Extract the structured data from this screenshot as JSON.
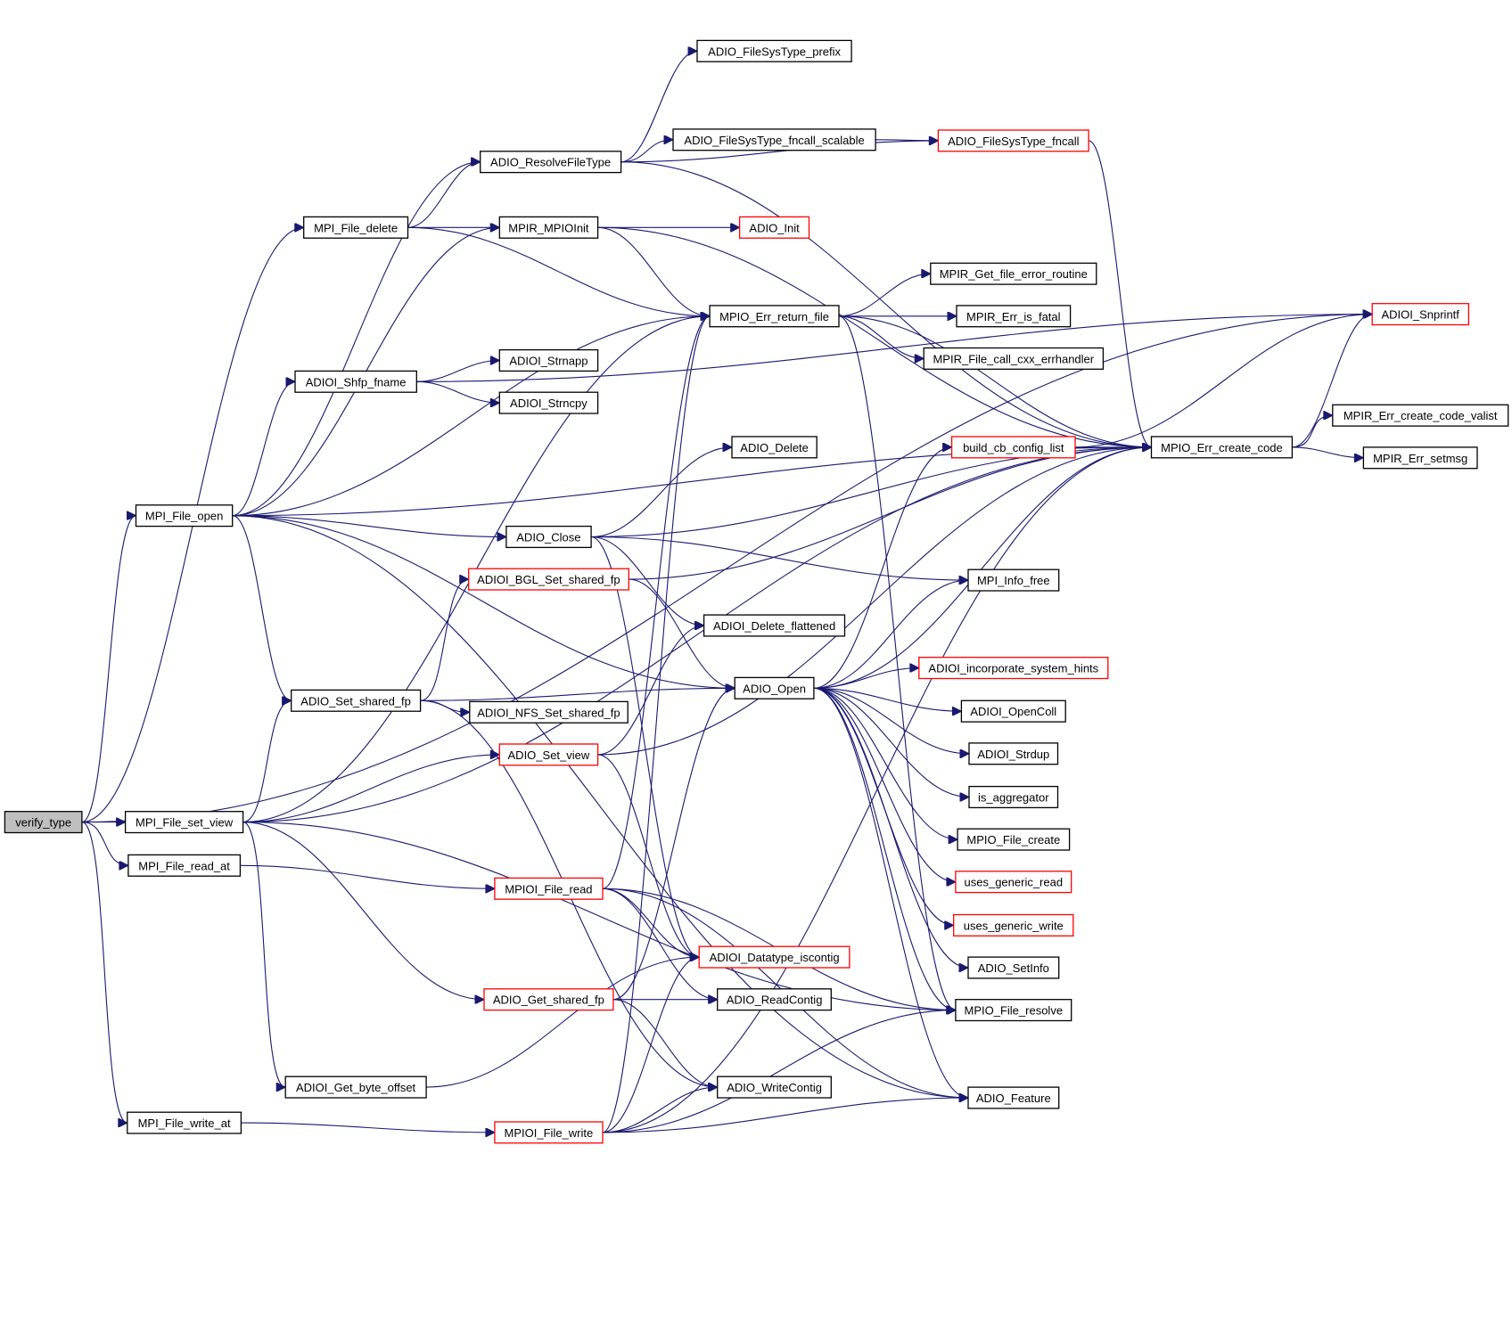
{
  "diagram": {
    "title": "",
    "colors": {
      "edge": "#191970",
      "node_border_default": "#000000",
      "node_border_linked": "#ff0000",
      "root_fill": "#bfbfbf",
      "node_fill": "#ffffff"
    },
    "nodes": [
      {
        "id": "verify_type",
        "label": "verify_type",
        "style": "root"
      },
      {
        "id": "MPI_File_open",
        "label": "MPI_File_open",
        "style": "normal"
      },
      {
        "id": "MPI_File_set_view",
        "label": "MPI_File_set_view",
        "style": "normal"
      },
      {
        "id": "MPI_File_read_at",
        "label": "MPI_File_read_at",
        "style": "normal"
      },
      {
        "id": "MPI_File_write_at",
        "label": "MPI_File_write_at",
        "style": "normal"
      },
      {
        "id": "MPI_File_delete",
        "label": "MPI_File_delete",
        "style": "normal"
      },
      {
        "id": "ADIOI_Shfp_fname",
        "label": "ADIOI_Shfp_fname",
        "style": "normal"
      },
      {
        "id": "ADIO_Set_shared_fp",
        "label": "ADIO_Set_shared_fp",
        "style": "normal"
      },
      {
        "id": "ADIOI_Get_byte_offset",
        "label": "ADIOI_Get_byte_offset",
        "style": "normal"
      },
      {
        "id": "ADIO_FileSysType_prefix",
        "label": "ADIO_FileSysType_prefix",
        "style": "normal"
      },
      {
        "id": "ADIO_FileSysType_fncall_scalable",
        "label": "ADIO_FileSysType_fncall_scalable",
        "style": "normal"
      },
      {
        "id": "ADIO_ResolveFileType",
        "label": "ADIO_ResolveFileType",
        "style": "normal"
      },
      {
        "id": "MPIR_MPIOInit",
        "label": "MPIR_MPIOInit",
        "style": "normal"
      },
      {
        "id": "ADIOI_Strnapp",
        "label": "ADIOI_Strnapp",
        "style": "normal"
      },
      {
        "id": "ADIOI_Strncpy",
        "label": "ADIOI_Strncpy",
        "style": "normal"
      },
      {
        "id": "ADIO_Close",
        "label": "ADIO_Close",
        "style": "normal"
      },
      {
        "id": "ADIOI_BGL_Set_shared_fp",
        "label": "ADIOI_BGL_Set_shared_fp",
        "style": "link"
      },
      {
        "id": "ADIOI_NFS_Set_shared_fp",
        "label": "ADIOI_NFS_Set_shared_fp",
        "style": "normal"
      },
      {
        "id": "ADIO_Set_view",
        "label": "ADIO_Set_view",
        "style": "link"
      },
      {
        "id": "MPIOI_File_read",
        "label": "MPIOI_File_read",
        "style": "link"
      },
      {
        "id": "ADIO_Get_shared_fp",
        "label": "ADIO_Get_shared_fp",
        "style": "link"
      },
      {
        "id": "MPIOI_File_write",
        "label": "MPIOI_File_write",
        "style": "link"
      },
      {
        "id": "ADIO_Init",
        "label": "ADIO_Init",
        "style": "link"
      },
      {
        "id": "MPIO_Err_return_file",
        "label": "MPIO_Err_return_file",
        "style": "normal"
      },
      {
        "id": "ADIO_Delete",
        "label": "ADIO_Delete",
        "style": "normal"
      },
      {
        "id": "ADIOI_Delete_flattened",
        "label": "ADIOI_Delete_flattened",
        "style": "normal"
      },
      {
        "id": "ADIO_Open",
        "label": "ADIO_Open",
        "style": "normal"
      },
      {
        "id": "ADIOI_Datatype_iscontig",
        "label": "ADIOI_Datatype_iscontig",
        "style": "link"
      },
      {
        "id": "ADIO_ReadContig",
        "label": "ADIO_ReadContig",
        "style": "normal"
      },
      {
        "id": "ADIO_WriteContig",
        "label": "ADIO_WriteContig",
        "style": "normal"
      },
      {
        "id": "ADIO_FileSysType_fncall",
        "label": "ADIO_FileSysType_fncall",
        "style": "link"
      },
      {
        "id": "MPIR_Get_file_error_routine",
        "label": "MPIR_Get_file_error_routine",
        "style": "normal"
      },
      {
        "id": "MPIR_Err_is_fatal",
        "label": "MPIR_Err_is_fatal",
        "style": "normal"
      },
      {
        "id": "MPIR_File_call_cxx_errhandler",
        "label": "MPIR_File_call_cxx_errhandler",
        "style": "normal"
      },
      {
        "id": "build_cb_config_list",
        "label": "build_cb_config_list",
        "style": "link"
      },
      {
        "id": "MPI_Info_free",
        "label": "MPI_Info_free",
        "style": "normal"
      },
      {
        "id": "ADIOI_incorporate_system_hints",
        "label": "ADIOI_incorporate_system_hints",
        "style": "link"
      },
      {
        "id": "ADIOI_OpenColl",
        "label": "ADIOI_OpenColl",
        "style": "normal"
      },
      {
        "id": "ADIOI_Strdup",
        "label": "ADIOI_Strdup",
        "style": "normal"
      },
      {
        "id": "is_aggregator",
        "label": "is_aggregator",
        "style": "normal"
      },
      {
        "id": "MPIO_File_create",
        "label": "MPIO_File_create",
        "style": "normal"
      },
      {
        "id": "uses_generic_read",
        "label": "uses_generic_read",
        "style": "link"
      },
      {
        "id": "uses_generic_write",
        "label": "uses_generic_write",
        "style": "link"
      },
      {
        "id": "ADIO_SetInfo",
        "label": "ADIO_SetInfo",
        "style": "normal"
      },
      {
        "id": "MPIO_File_resolve",
        "label": "MPIO_File_resolve",
        "style": "normal"
      },
      {
        "id": "ADIO_Feature",
        "label": "ADIO_Feature",
        "style": "normal"
      },
      {
        "id": "MPIO_Err_create_code",
        "label": "MPIO_Err_create_code",
        "style": "normal"
      },
      {
        "id": "ADIOI_Snprintf",
        "label": "ADIOI_Snprintf",
        "style": "link"
      },
      {
        "id": "MPIR_Err_create_code_valist",
        "label": "MPIR_Err_create_code_valist",
        "style": "normal"
      },
      {
        "id": "MPIR_Err_setmsg",
        "label": "MPIR_Err_setmsg",
        "style": "normal"
      }
    ],
    "edges": [
      [
        "verify_type",
        "MPI_File_open"
      ],
      [
        "verify_type",
        "MPI_File_set_view"
      ],
      [
        "verify_type",
        "MPI_File_read_at"
      ],
      [
        "verify_type",
        "MPI_File_write_at"
      ],
      [
        "verify_type",
        "MPI_File_delete"
      ],
      [
        "verify_type",
        "ADIOI_Snprintf"
      ],
      [
        "MPI_File_delete",
        "ADIO_ResolveFileType"
      ],
      [
        "MPI_File_delete",
        "MPIR_MPIOInit"
      ],
      [
        "MPI_File_delete",
        "MPIO_Err_return_file"
      ],
      [
        "MPI_File_open",
        "ADIO_ResolveFileType"
      ],
      [
        "MPI_File_open",
        "MPIR_MPIOInit"
      ],
      [
        "MPI_File_open",
        "MPIO_Err_return_file"
      ],
      [
        "MPI_File_open",
        "ADIOI_Shfp_fname"
      ],
      [
        "MPI_File_open",
        "ADIO_Close"
      ],
      [
        "MPI_File_open",
        "ADIO_Set_shared_fp"
      ],
      [
        "MPI_File_open",
        "ADIO_Open"
      ],
      [
        "MPI_File_open",
        "MPIO_Err_create_code"
      ],
      [
        "MPI_File_open",
        "ADIO_Feature"
      ],
      [
        "ADIOI_Shfp_fname",
        "ADIOI_Strnapp"
      ],
      [
        "ADIOI_Shfp_fname",
        "ADIOI_Strncpy"
      ],
      [
        "ADIOI_Shfp_fname",
        "ADIOI_Snprintf"
      ],
      [
        "ADIO_ResolveFileType",
        "ADIO_FileSysType_prefix"
      ],
      [
        "ADIO_ResolveFileType",
        "ADIO_FileSysType_fncall_scalable"
      ],
      [
        "ADIO_ResolveFileType",
        "ADIO_FileSysType_fncall"
      ],
      [
        "ADIO_ResolveFileType",
        "MPIO_Err_create_code"
      ],
      [
        "ADIO_FileSysType_fncall_scalable",
        "ADIO_FileSysType_fncall"
      ],
      [
        "ADIO_FileSysType_fncall",
        "MPIO_Err_create_code"
      ],
      [
        "MPIR_MPIOInit",
        "ADIO_Init"
      ],
      [
        "MPIR_MPIOInit",
        "MPIO_Err_return_file"
      ],
      [
        "MPIR_MPIOInit",
        "MPIO_Err_create_code"
      ],
      [
        "MPIO_Err_return_file",
        "MPIR_Get_file_error_routine"
      ],
      [
        "MPIO_Err_return_file",
        "MPIR_Err_is_fatal"
      ],
      [
        "MPIO_Err_return_file",
        "MPIR_File_call_cxx_errhandler"
      ],
      [
        "MPIO_Err_return_file",
        "MPIO_Err_create_code"
      ],
      [
        "MPIO_Err_return_file",
        "MPIO_File_resolve"
      ],
      [
        "MPI_File_set_view",
        "MPIO_Err_return_file"
      ],
      [
        "MPI_File_set_view",
        "ADIO_Set_shared_fp"
      ],
      [
        "MPI_File_set_view",
        "ADIO_Set_view"
      ],
      [
        "MPI_File_set_view",
        "ADIO_Get_shared_fp"
      ],
      [
        "MPI_File_set_view",
        "ADIOI_Get_byte_offset"
      ],
      [
        "MPI_File_set_view",
        "MPIO_Err_create_code"
      ],
      [
        "MPI_File_set_view",
        "MPIO_File_resolve"
      ],
      [
        "MPI_File_read_at",
        "MPIOI_File_read"
      ],
      [
        "MPI_File_write_at",
        "MPIOI_File_write"
      ],
      [
        "ADIO_Set_shared_fp",
        "ADIOI_BGL_Set_shared_fp"
      ],
      [
        "ADIO_Set_shared_fp",
        "ADIOI_NFS_Set_shared_fp"
      ],
      [
        "ADIO_Set_shared_fp",
        "ADIO_Open"
      ],
      [
        "ADIO_Set_shared_fp",
        "ADIO_WriteContig"
      ],
      [
        "ADIO_Close",
        "ADIO_Delete"
      ],
      [
        "ADIO_Close",
        "MPI_Info_free"
      ],
      [
        "ADIO_Close",
        "ADIOI_Delete_flattened"
      ],
      [
        "ADIO_Close",
        "MPIO_Err_create_code"
      ],
      [
        "ADIO_Close",
        "ADIOI_Datatype_iscontig"
      ],
      [
        "ADIOI_BGL_Set_shared_fp",
        "MPIO_Err_create_code"
      ],
      [
        "ADIOI_BGL_Set_shared_fp",
        "ADIO_Open"
      ],
      [
        "ADIO_Set_view",
        "ADIOI_Delete_flattened"
      ],
      [
        "ADIO_Set_view",
        "ADIOI_Datatype_iscontig"
      ],
      [
        "ADIO_Set_view",
        "MPIO_Err_create_code"
      ],
      [
        "MPIOI_File_read",
        "ADIOI_Datatype_iscontig"
      ],
      [
        "MPIOI_File_read",
        "ADIO_ReadContig"
      ],
      [
        "MPIOI_File_read",
        "MPIO_Err_return_file"
      ],
      [
        "MPIOI_File_read",
        "MPIO_File_resolve"
      ],
      [
        "MPIOI_File_read",
        "ADIO_Feature"
      ],
      [
        "ADIO_Get_shared_fp",
        "ADIO_ReadContig"
      ],
      [
        "ADIO_Get_shared_fp",
        "ADIO_WriteContig"
      ],
      [
        "ADIO_Get_shared_fp",
        "ADIO_Open"
      ],
      [
        "MPIOI_File_write",
        "ADIO_WriteContig"
      ],
      [
        "MPIOI_File_write",
        "ADIOI_Datatype_iscontig"
      ],
      [
        "MPIOI_File_write",
        "MPIO_Err_return_file"
      ],
      [
        "MPIOI_File_write",
        "MPIO_File_resolve"
      ],
      [
        "MPIOI_File_write",
        "ADIO_Feature"
      ],
      [
        "MPIOI_File_write",
        "MPIO_Err_create_code"
      ],
      [
        "ADIOI_Get_byte_offset",
        "ADIOI_Datatype_iscontig"
      ],
      [
        "ADIO_Open",
        "build_cb_config_list"
      ],
      [
        "ADIO_Open",
        "MPI_Info_free"
      ],
      [
        "ADIO_Open",
        "ADIOI_incorporate_system_hints"
      ],
      [
        "ADIO_Open",
        "ADIOI_OpenColl"
      ],
      [
        "ADIO_Open",
        "ADIOI_Strdup"
      ],
      [
        "ADIO_Open",
        "is_aggregator"
      ],
      [
        "ADIO_Open",
        "MPIO_File_create"
      ],
      [
        "ADIO_Open",
        "uses_generic_read"
      ],
      [
        "ADIO_Open",
        "uses_generic_write"
      ],
      [
        "ADIO_Open",
        "ADIO_SetInfo"
      ],
      [
        "ADIO_Open",
        "MPIO_File_resolve"
      ],
      [
        "ADIO_Open",
        "ADIO_Feature"
      ],
      [
        "ADIO_Open",
        "MPIO_Err_create_code"
      ],
      [
        "build_cb_config_list",
        "MPIO_Err_create_code"
      ],
      [
        "build_cb_config_list",
        "ADIOI_Snprintf"
      ],
      [
        "MPIO_Err_create_code",
        "ADIOI_Snprintf"
      ],
      [
        "MPIO_Err_create_code",
        "MPIR_Err_create_code_valist"
      ],
      [
        "MPIO_Err_create_code",
        "MPIR_Err_setmsg"
      ]
    ]
  }
}
